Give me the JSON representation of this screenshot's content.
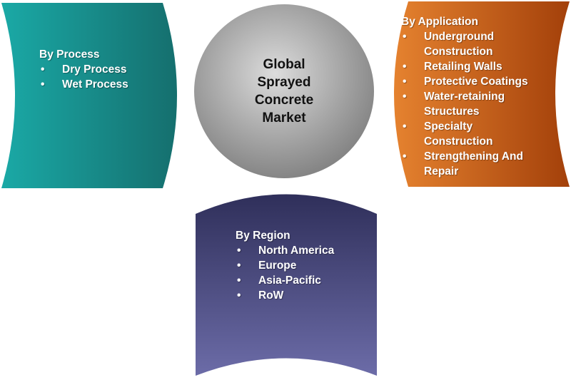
{
  "center": {
    "title_lines": [
      "Global",
      "Sprayed",
      "Concrete",
      "Market"
    ]
  },
  "panels": {
    "process": {
      "heading": "By Process",
      "items": [
        "Dry Process",
        "Wet Process"
      ],
      "color": "#1e8c8a"
    },
    "application": {
      "heading": "By Application",
      "items": [
        "Underground Construction",
        "Retailing Walls",
        "Protective Coatings",
        "Water-retaining Structures",
        "Specialty Construction",
        "Strengthening And Repair"
      ],
      "color": "#c4550a"
    },
    "region": {
      "heading": "By Region",
      "items": [
        "North America",
        "Europe",
        "Asia-Pacific",
        "RoW"
      ],
      "color": "#4a4a7a"
    }
  },
  "bullet_symbol": "•",
  "colors": {
    "circle_light": "#d9d9d9",
    "circle_dark": "#8a8a8a",
    "teal_light": "#23a3a0",
    "teal_dark": "#136766",
    "orange_light": "#e07a2a",
    "orange_dark": "#9c3b06",
    "purple_light": "#6a6aa0",
    "purple_dark": "#2e2e58"
  }
}
